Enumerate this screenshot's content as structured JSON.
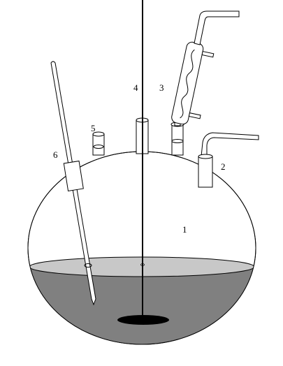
{
  "diagram": {
    "labels": [
      {
        "id": "thermometer-sheath",
        "text": "6"
      },
      {
        "id": "inlet-port",
        "text": "5"
      },
      {
        "id": "stirrer-shaft",
        "text": "4"
      },
      {
        "id": "condenser",
        "text": "3"
      },
      {
        "id": "side-tube",
        "text": "2"
      },
      {
        "id": "flask",
        "text": "1"
      }
    ],
    "colors": {
      "liquid": "#808080",
      "liquid_surface": "#c8c8c8",
      "glass_fill": "#ffffff",
      "outline": "#000000",
      "stir_bar": "#000000"
    }
  }
}
